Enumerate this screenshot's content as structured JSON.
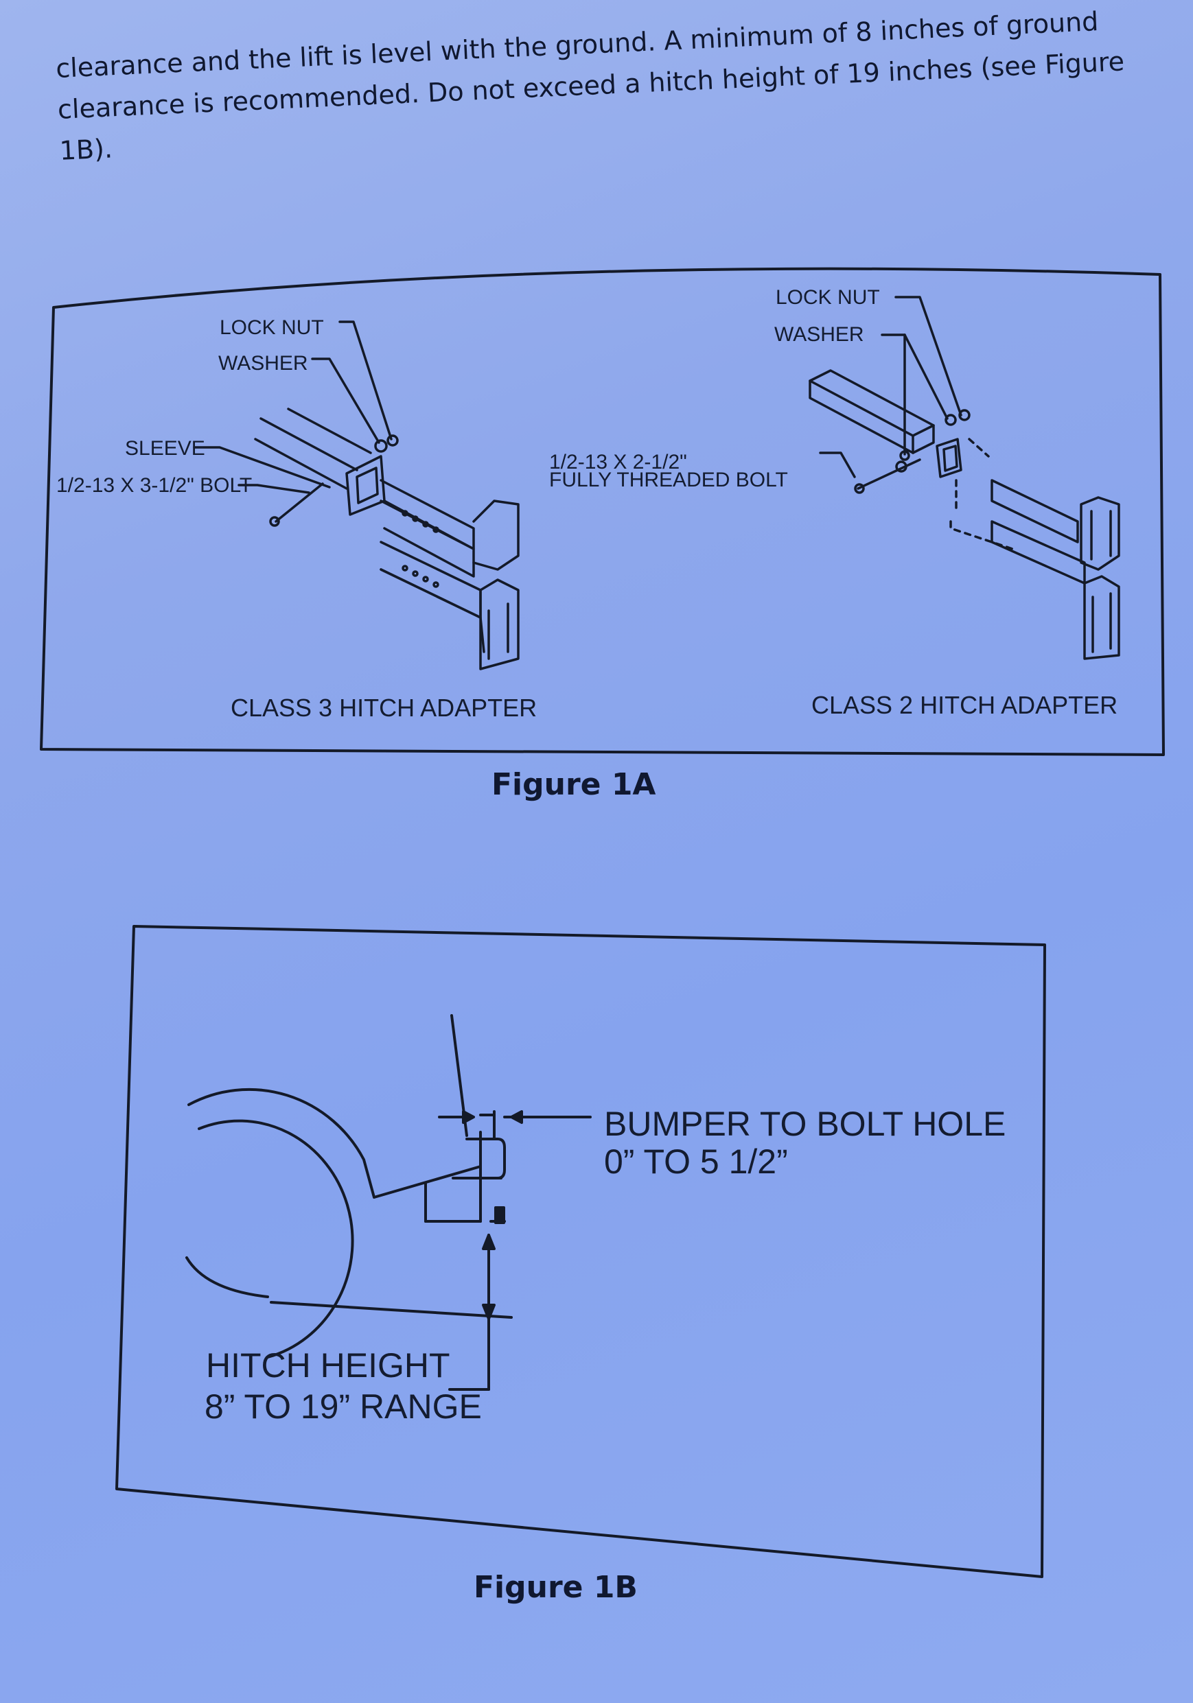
{
  "intro": {
    "line1": "clearance and the lift is level with the ground. A minimum of 8 inches of ground",
    "line2": "clearance is recommended. Do not exceed a hitch height of 19 inches (see Figure",
    "line3": "1B)."
  },
  "figure_1a": {
    "class3": {
      "lock_nut": "LOCK NUT",
      "washer": "WASHER",
      "sleeve": "SLEEVE",
      "bolt": "1/2-13 X 3-1/2\" BOLT",
      "caption": "CLASS 3 HITCH ADAPTER"
    },
    "class2": {
      "lock_nut": "LOCK NUT",
      "washer": "WASHER",
      "bolt_line1": "1/2-13 X 2-1/2\"",
      "bolt_line2": "FULLY THREADED BOLT",
      "caption": "CLASS 2 HITCH ADAPTER"
    },
    "figure_label": "Figure 1A"
  },
  "figure_1b": {
    "bumper_line1": "BUMPER TO BOLT HOLE",
    "bumper_line2": "0” TO 5 1/2”",
    "height_line1": "HITCH HEIGHT",
    "height_line2": "8” TO 19” RANGE",
    "figure_label": "Figure 1B"
  }
}
